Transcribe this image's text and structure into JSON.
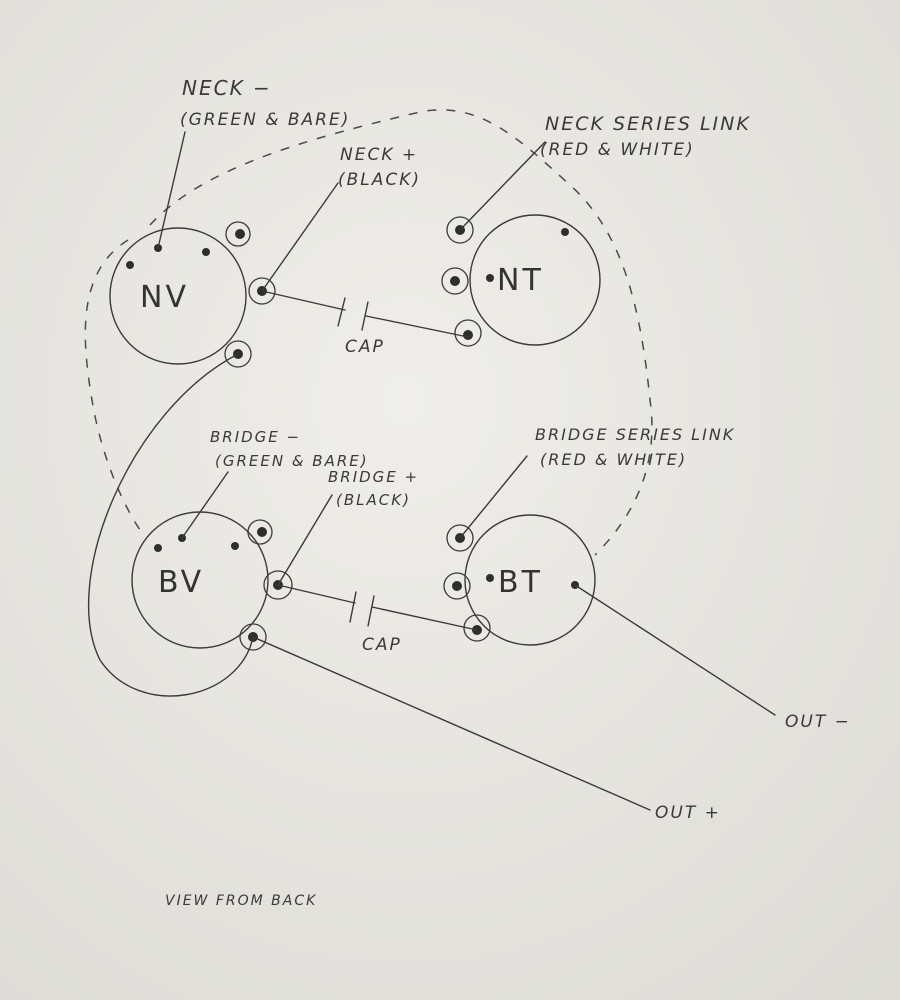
{
  "diagram": {
    "caption": "VIEW FROM BACK",
    "components": {
      "nv": "NV",
      "nt": "NT",
      "bv": "BV",
      "bt": "BT",
      "cap_top": "CAP",
      "cap_bottom": "CAP"
    },
    "labels": {
      "neck_minus": "NECK −",
      "neck_minus_sub": "(GREEN & BARE)",
      "neck_plus": "NECK +",
      "neck_plus_sub": "(BLACK)",
      "neck_series": "NECK SERIES LINK",
      "neck_series_sub": "(RED & WHITE)",
      "bridge_minus": "BRIDGE −",
      "bridge_minus_sub": "(GREEN & BARE)",
      "bridge_plus": "BRIDGE +",
      "bridge_plus_sub": "(BLACK)",
      "bridge_series": "BRIDGE SERIES LINK",
      "bridge_series_sub": "(RED & WHITE)",
      "out_minus": "OUT −",
      "out_plus": "OUT +"
    }
  }
}
